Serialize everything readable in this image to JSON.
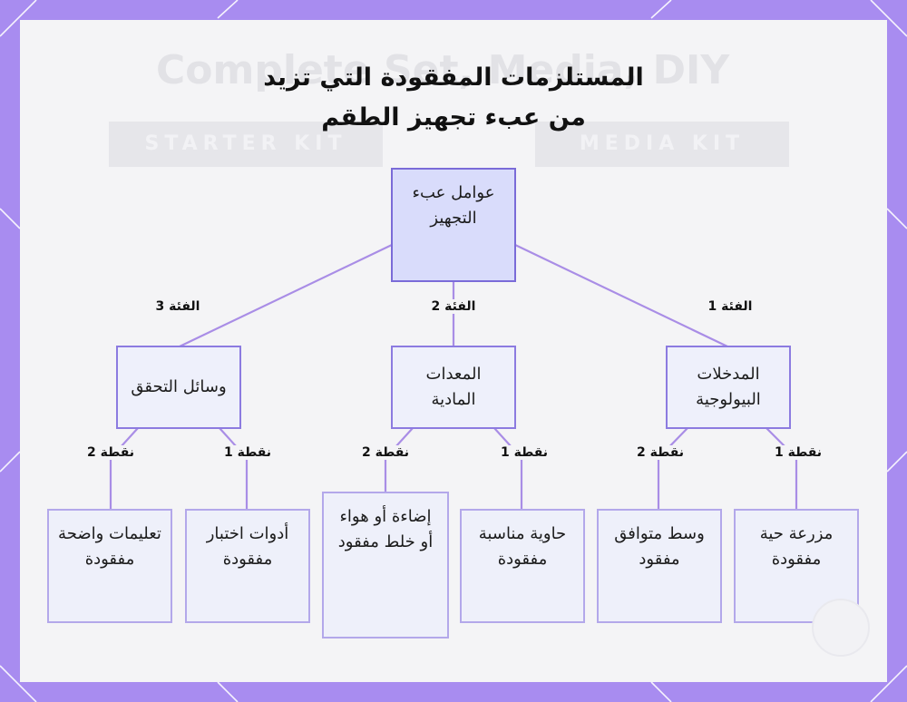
{
  "title": {
    "line1": "المستلزمات المفقودة التي تزيد",
    "line2": "من عبء تجهيز الطقم"
  },
  "background_text": {
    "heading": "Complete Set, Media, DIY",
    "bar_left": "STARTER KIT",
    "bar_right": "MEDIA KIT"
  },
  "colors": {
    "frame": "#a88cf0",
    "panel": "#f4f4f6",
    "edge": "#a98de6",
    "root_fill": "#d9dcfb",
    "node_border": "#8c7be0"
  },
  "nodes": {
    "root": "عوامل عبء التجهيز",
    "cat1": "المدخلات البيولوجية",
    "cat2": "المعدات المادية",
    "cat3": "وسائل التحقق",
    "leaf_c1_p1": "مزرعة حية مفقودة",
    "leaf_c1_p2": "وسط متوافق مفقود",
    "leaf_c2_p1": "حاوية مناسبة مفقودة",
    "leaf_c2_p2": "إضاءة أو هواء أو خلط مفقود",
    "leaf_c3_p1": "أدوات اختبار مفقودة",
    "leaf_c3_p2": "تعليمات واضحة مفقودة"
  },
  "edge_labels": {
    "cat1": "الفئة 1",
    "cat2": "الفئة 2",
    "cat3": "الفئة 3",
    "c1_p1": "نقطة 1",
    "c1_p2": "نقطة 2",
    "c2_p1": "نقطة 1",
    "c2_p2": "نقطة 2",
    "c3_p1": "نقطة 1",
    "c3_p2": "نقطة 2"
  },
  "icons": {
    "corner_badge": "watermark-badge-icon"
  }
}
